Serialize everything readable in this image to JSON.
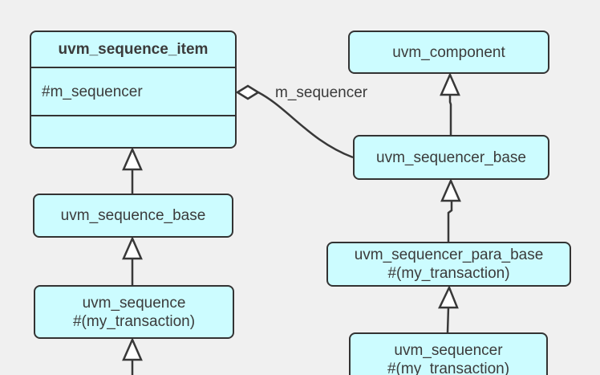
{
  "colors": {
    "canvas-bg": "#f0f0f0",
    "box-fill": "#ccfcff",
    "box-border": "#333333",
    "text-color": "#3b3b3b",
    "arrow-stroke": "#383838",
    "arrowhead-fill": "#ffffff"
  },
  "boxes": {
    "uvm_sequence_item": {
      "title": "uvm_sequence_item",
      "field": "#m_sequencer"
    },
    "uvm_component": {
      "title": "uvm_component"
    },
    "uvm_sequence_base": {
      "title": "uvm_sequence_base"
    },
    "uvm_sequencer_base": {
      "title": "uvm_sequencer_base"
    },
    "uvm_sequence": {
      "title": "uvm_sequence",
      "param": "#(my_transaction)"
    },
    "uvm_sequencer_para_base": {
      "title": "uvm_sequencer_para_base",
      "param": "#(my_transaction)"
    },
    "uvm_sequencer": {
      "title": "uvm_sequencer",
      "param": "#(my_transaction)"
    }
  },
  "relations": {
    "aggregation": {
      "type": "aggregation",
      "from": "uvm_sequence_item",
      "to": "uvm_sequencer_base",
      "label": "m_sequencer"
    },
    "inheritance": [
      {
        "from": "uvm_sequence_base",
        "to": "uvm_sequence_item"
      },
      {
        "from": "uvm_sequence",
        "to": "uvm_sequence_base"
      },
      {
        "from": "offscreen-bottom-left",
        "to": "uvm_sequence"
      },
      {
        "from": "uvm_sequencer_base",
        "to": "uvm_component"
      },
      {
        "from": "uvm_sequencer_para_base",
        "to": "uvm_sequencer_base"
      },
      {
        "from": "uvm_sequencer",
        "to": "uvm_sequencer_para_base"
      }
    ]
  }
}
